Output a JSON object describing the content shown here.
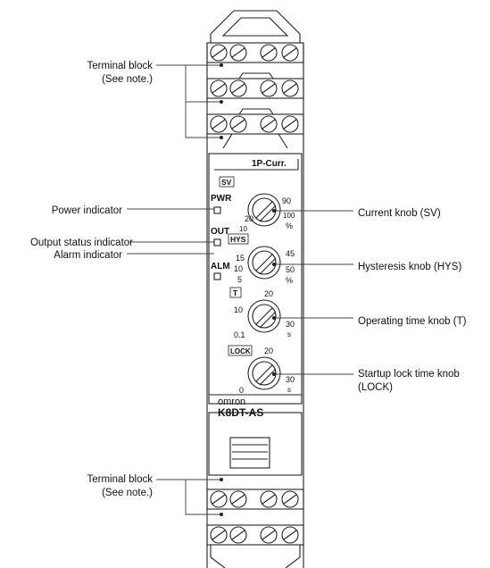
{
  "callouts": {
    "terminal_top_1": "Terminal block",
    "terminal_top_2": "(See note.)",
    "power_indicator": "Power indicator",
    "output_status": "Output status indicator",
    "alarm_indicator": "Alarm indicator",
    "current_knob": "Current knob (SV)",
    "hysteresis_knob": "Hysteresis knob (HYS)",
    "operating_time_knob": "Operating time knob (T)",
    "lock_knob_1": "Startup lock time knob",
    "lock_knob_2": "(LOCK)",
    "terminal_bottom_1": "Terminal block",
    "terminal_bottom_2": "(See note.)"
  },
  "device": {
    "model_type": "1P-Curr.",
    "brand": "omron",
    "model": "K8DT-AS",
    "indicators": {
      "pwr": "PWR",
      "out": "OUT",
      "alm": "ALM"
    },
    "sv": {
      "tag": "SV",
      "min": "10",
      "low": "20",
      "high": "90",
      "max": "100",
      "unit": "%"
    },
    "hys": {
      "tag": "HYS",
      "low": "5",
      "mid1": "10",
      "mid2": "15",
      "high": "45",
      "max": "50",
      "unit": "%"
    },
    "t": {
      "tag": "T",
      "min": "0.1",
      "low": "10",
      "mid": "20",
      "max": "30",
      "unit": "s"
    },
    "lock": {
      "tag": "LOCK",
      "min": "0",
      "mid": "20",
      "max": "30",
      "unit": "s"
    }
  }
}
